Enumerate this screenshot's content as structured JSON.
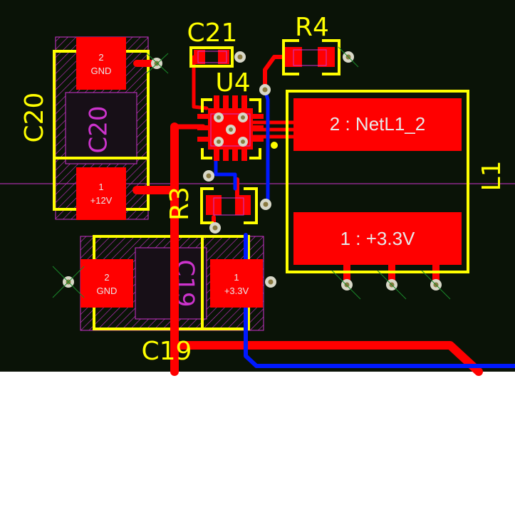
{
  "colors": {
    "background": "#0a1307",
    "top_copper": "#ff0000",
    "bottom_copper": "#0019ff",
    "silkscreen": "#ffff00",
    "courtyard": "#cc33cc",
    "via_ring": "#d8d8c8",
    "via_hole": "#8a7a40",
    "pad_text": "#e8e8e8",
    "outside": "#ffffff"
  },
  "designators": {
    "c21": "C21",
    "r4": "R4",
    "u4": "U4",
    "c20": "C20",
    "c20_fab": "C20",
    "r3": "R3",
    "l1": "L1",
    "c19": "C19",
    "c19_fab": "C19"
  },
  "pads": {
    "c20_pad2": {
      "number": "2",
      "net": "GND"
    },
    "c20_pad1": {
      "number": "1",
      "net": "+12V"
    },
    "c19_pad2": {
      "number": "2",
      "net": "GND"
    },
    "c19_pad1": {
      "number": "1",
      "net": "+3.3V"
    },
    "l1_pad2": {
      "label": "2 : NetL1_2"
    },
    "l1_pad1": {
      "label": "1 : +3.3V"
    }
  }
}
